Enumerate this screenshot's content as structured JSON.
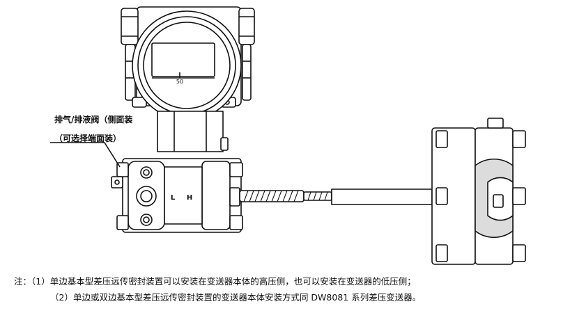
{
  "callout": {
    "line1": "排气/排液阀（侧面装",
    "line2": "（可选择端面装）"
  },
  "display_scale_label": "50",
  "port_labels": {
    "low": "L",
    "high": "H"
  },
  "notes": {
    "line1": "注：（1）单边基本型差压远传密封装置可以安装在变送器本体的高压侧，也可以安装在变送器的低压侧；",
    "line2": "（2）单边或双边基本型差压远传密封装置的变送器本体安装方式同 DW8081 系列差压变送器。"
  }
}
